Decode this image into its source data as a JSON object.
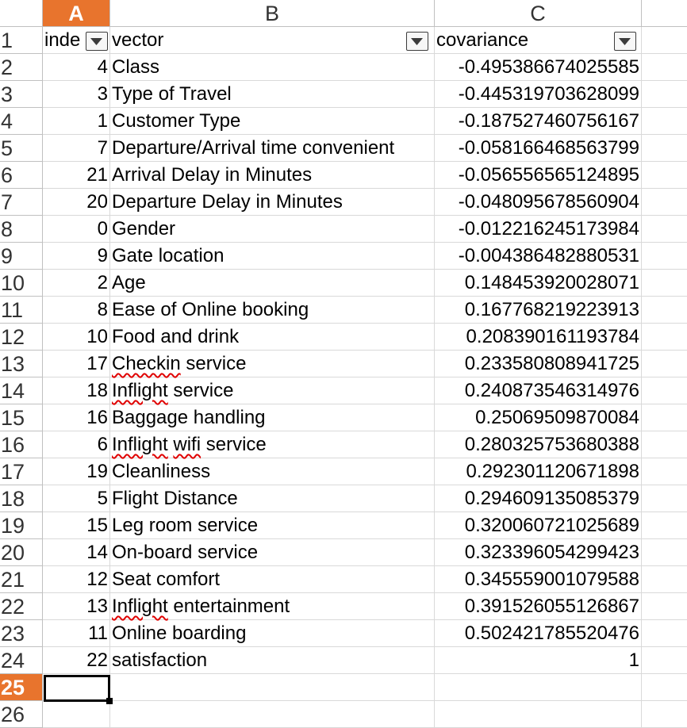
{
  "sheet": {
    "columns": [
      "A",
      "B",
      "C"
    ],
    "selected_column": "A",
    "selected_row": "25",
    "header_row": {
      "row": "1",
      "cells": [
        "inde",
        "vector",
        "covariance"
      ]
    },
    "rows": [
      {
        "row": "2",
        "index": "4",
        "vector": "Class",
        "covariance": "-0.495386674025585"
      },
      {
        "row": "3",
        "index": "3",
        "vector": "Type of Travel",
        "covariance": "-0.445319703628099"
      },
      {
        "row": "4",
        "index": "1",
        "vector": "Customer Type",
        "covariance": "-0.187527460756167"
      },
      {
        "row": "5",
        "index": "7",
        "vector": "Departure/Arrival time convenient",
        "covariance": "-0.058166468563799"
      },
      {
        "row": "6",
        "index": "21",
        "vector": "Arrival Delay in Minutes",
        "covariance": "-0.056556565124895"
      },
      {
        "row": "7",
        "index": "20",
        "vector": "Departure Delay in Minutes",
        "covariance": "-0.048095678560904"
      },
      {
        "row": "8",
        "index": "0",
        "vector": "Gender",
        "covariance": "-0.012216245173984"
      },
      {
        "row": "9",
        "index": "9",
        "vector": "Gate location",
        "covariance": "-0.004386482880531"
      },
      {
        "row": "10",
        "index": "2",
        "vector": "Age",
        "covariance": "0.148453920028071"
      },
      {
        "row": "11",
        "index": "8",
        "vector": "Ease of Online booking",
        "covariance": "0.167768219223913"
      },
      {
        "row": "12",
        "index": "10",
        "vector": "Food and drink",
        "covariance": "0.208390161193784"
      },
      {
        "row": "13",
        "index": "17",
        "vector": "Checkin service",
        "covariance": "0.233580808941725"
      },
      {
        "row": "14",
        "index": "18",
        "vector": "Inflight service",
        "covariance": "0.240873546314976"
      },
      {
        "row": "15",
        "index": "16",
        "vector": "Baggage handling",
        "covariance": "0.25069509870084"
      },
      {
        "row": "16",
        "index": "6",
        "vector": "Inflight wifi service",
        "covariance": "0.280325753680388"
      },
      {
        "row": "17",
        "index": "19",
        "vector": "Cleanliness",
        "covariance": "0.292301120671898"
      },
      {
        "row": "18",
        "index": "5",
        "vector": "Flight Distance",
        "covariance": "0.294609135085379"
      },
      {
        "row": "19",
        "index": "15",
        "vector": "Leg room service",
        "covariance": "0.320060721025689"
      },
      {
        "row": "20",
        "index": "14",
        "vector": "On-board service",
        "covariance": "0.323396054299423"
      },
      {
        "row": "21",
        "index": "12",
        "vector": "Seat comfort",
        "covariance": "0.345559001079588"
      },
      {
        "row": "22",
        "index": "13",
        "vector": "Inflight entertainment",
        "covariance": "0.391526055126867"
      },
      {
        "row": "23",
        "index": "11",
        "vector": "Online boarding",
        "covariance": "0.502421785520476"
      },
      {
        "row": "24",
        "index": "22",
        "vector": "satisfaction",
        "covariance": "1"
      }
    ],
    "extra_rows": [
      "25",
      "26"
    ],
    "colors": {
      "selection_header": "#e8742d",
      "gridline": "#d9d9d9",
      "spellcheck": "#e00000"
    },
    "icons": {
      "filter": "filter-dropdown-icon"
    }
  }
}
